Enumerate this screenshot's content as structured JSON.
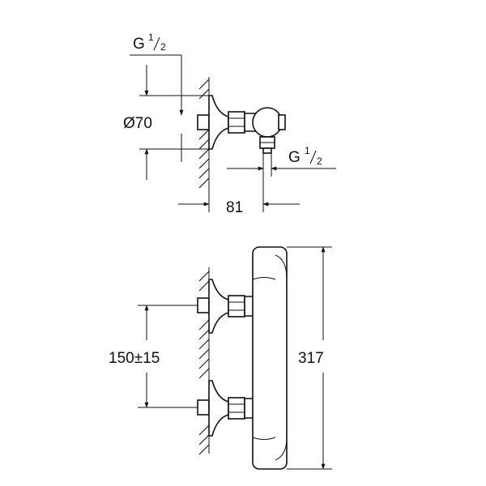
{
  "dimensions": {
    "inlet_top": {
      "prefix": "G",
      "num": "1",
      "den": "2"
    },
    "diameter": "Ø70",
    "outlet": {
      "prefix": "G",
      "num": "1",
      "den": "2"
    },
    "depth": "81",
    "spacing": "150±15",
    "height": "317"
  },
  "colors": {
    "line": "#111111",
    "background": "#ffffff"
  }
}
